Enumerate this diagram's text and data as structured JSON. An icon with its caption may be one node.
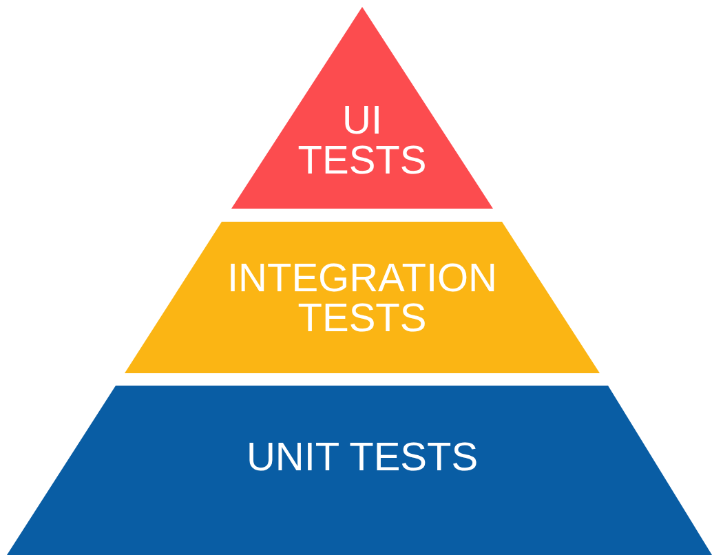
{
  "diagram": {
    "nodes": [
      {
        "text": [
          "UI TESTS"
        ]
      },
      {
        "text": [
          "INTEGRATION TESTS"
        ]
      },
      {
        "text": [
          "UNIT TESTS"
        ]
      }
    ]
  }
}
